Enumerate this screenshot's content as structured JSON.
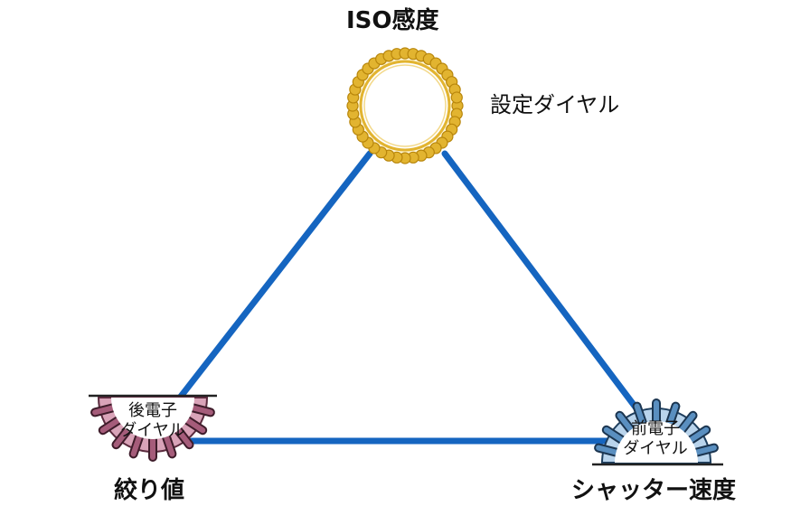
{
  "diagram": {
    "iso": {
      "title": "ISO感度",
      "dial_label": "設定ダイヤル",
      "color": "#E2B430"
    },
    "aperture": {
      "title": "絞り値",
      "dial_line1": "後電子",
      "dial_line2": "ダイヤル",
      "color": "#A55C7A"
    },
    "shutter": {
      "title": "シャッター速度",
      "dial_line1": "前電子",
      "dial_line2": "ダイヤル",
      "color": "#5A8FC0"
    },
    "triangle_color": "#1565C0"
  }
}
